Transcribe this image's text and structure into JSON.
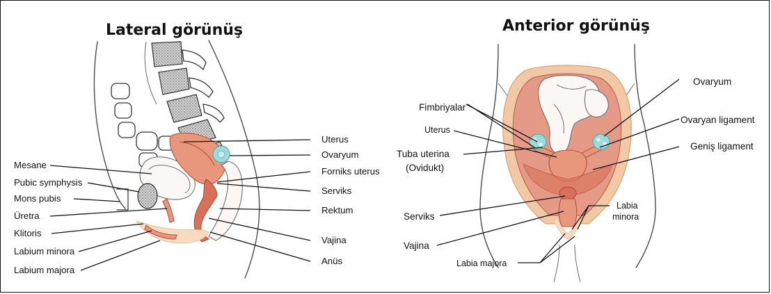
{
  "left_panel": {
    "title": "Lateral görünüş",
    "labels_left": [
      "Mesane",
      "Pubic symphysis",
      "Mons pubis",
      "Üretra",
      "Klitoris",
      "Labium minora",
      "Labium majora"
    ],
    "labels_right": [
      "Uterus",
      "Ovaryum",
      "Forniks uterus",
      "Serviks",
      "Rektum",
      "Vajina",
      "Anüs"
    ]
  },
  "right_panel": {
    "title": "Anterior görünüş",
    "labels_left": [
      "Fimbriyalar",
      "Uterus",
      "Tuba uterina",
      "(Ovidukt)",
      "Serviks",
      "Vajina"
    ],
    "labels_right": [
      "Ovaryum",
      "Ovaryan ligament",
      "Geniş ligament"
    ],
    "labels_bottom": [
      "Labia",
      "minora",
      "Labia majora"
    ]
  },
  "colors": {
    "tissue": "#e8967c",
    "ovary": "#9fd9da",
    "fat": "#f7dcbf",
    "outline": "#4a4a4a"
  }
}
